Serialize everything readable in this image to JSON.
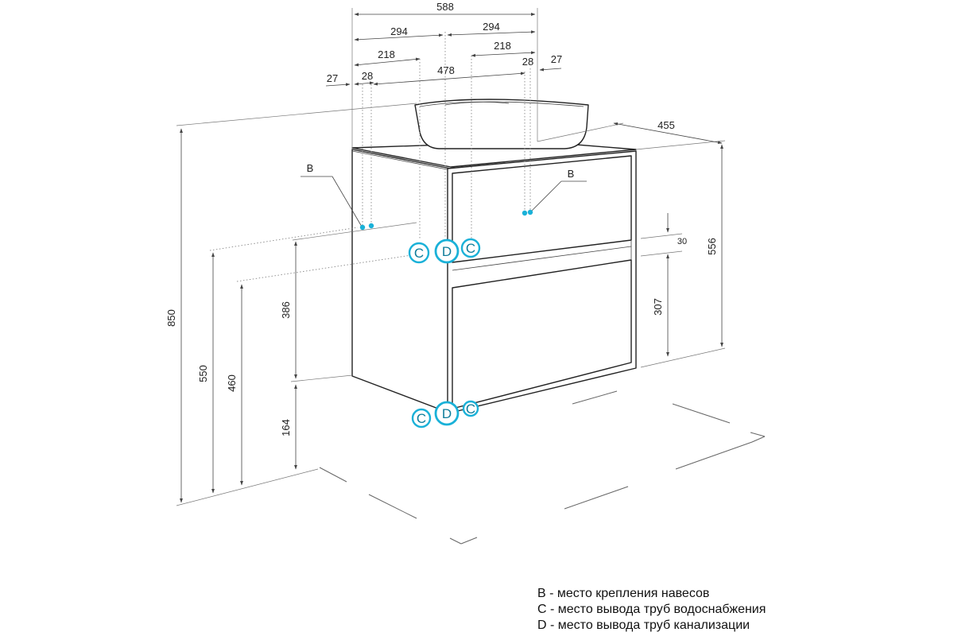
{
  "dimensions": {
    "overall_width": "588",
    "half_left": "294",
    "half_right": "294",
    "offset_left_218": "218",
    "offset_right_218": "218",
    "span_478": "478",
    "edge_27_left": "27",
    "edge_28_left": "28",
    "edge_28_right": "28",
    "edge_27_right": "27",
    "depth": "455",
    "total_height": "850",
    "cabinet_height": "556",
    "gap_30": "30",
    "drawer_307": "307",
    "height_550": "550",
    "height_460": "460",
    "height_386": "386",
    "height_164": "164"
  },
  "markers": {
    "b_left": "B",
    "b_right": "B",
    "c": "C",
    "d": "D"
  },
  "legend": [
    "B - место крепления навесов",
    "C - место вывода труб водоснабжения",
    "D - место вывода труб канализации"
  ],
  "colors": {
    "marker": "#1ab1d8",
    "line": "#222222"
  }
}
